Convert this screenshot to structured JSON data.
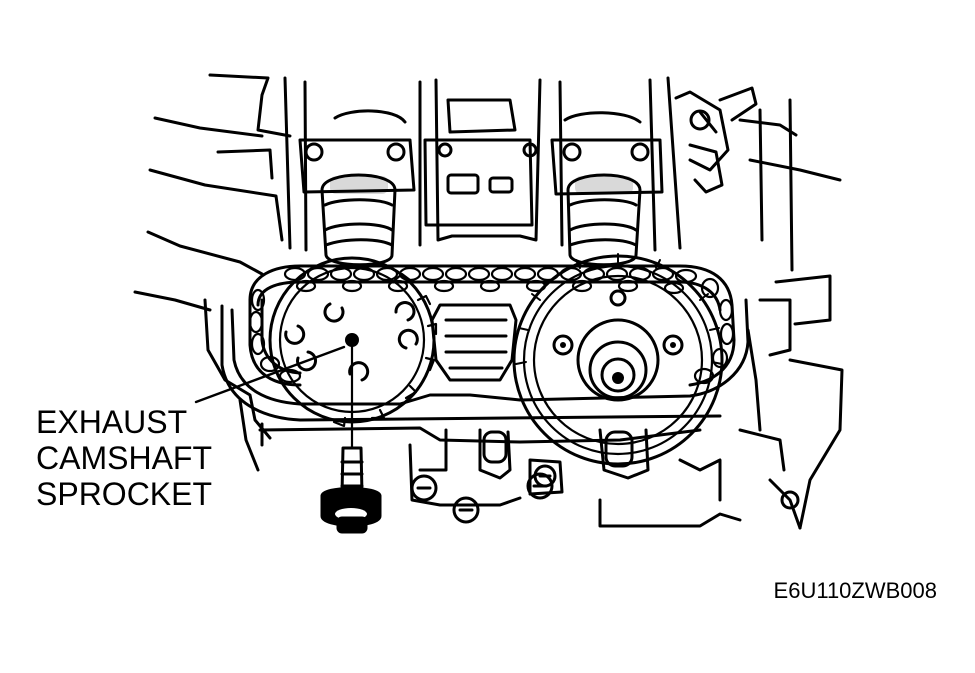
{
  "callout": {
    "line1": "EXHAUST",
    "line2": "CAMSHAFT",
    "line3": "SPROCKET"
  },
  "figure_code": "E6U110ZWB008",
  "colors": {
    "ink": "#000000",
    "paper": "#ffffff"
  }
}
